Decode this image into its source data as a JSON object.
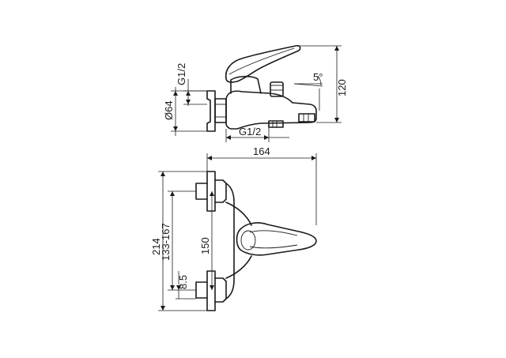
{
  "dimensions": {
    "thread_top": "G1/2",
    "diameter": "Ø64",
    "thread_bottom": "G1/2",
    "angle": "5°",
    "height": "120",
    "width": "164",
    "overall": "214",
    "centres": "133-167",
    "spout_centre": "150",
    "offset": "8.5"
  }
}
